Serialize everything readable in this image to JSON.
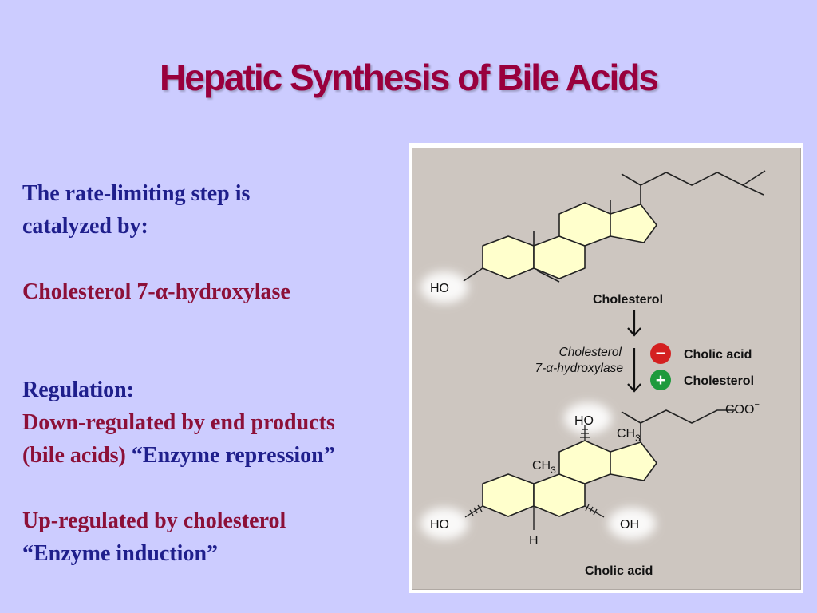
{
  "slide": {
    "title": "Hepatic Synthesis of Bile Acids",
    "rate_limiting_line1": "The rate-limiting step is",
    "rate_limiting_line2": "catalyzed by:",
    "enzyme": "Cholesterol 7-α-hydroxylase",
    "regulation_heading": "Regulation:",
    "down_regulated_line1": "Down-regulated by end products",
    "down_regulated_line2_red": "(bile acids) ",
    "down_regulated_line2_blue": "“Enzyme repression”",
    "up_regulated_line1": "Up-regulated by cholesterol",
    "up_regulated_line2": "“Enzyme induction”"
  },
  "figure": {
    "cholesterol": {
      "ho_label": "HO",
      "name": "Cholesterol"
    },
    "enzyme_line1": "Cholesterol",
    "enzyme_line2": "7-α-hydroxylase",
    "inhibitor_symbol": "−",
    "inhibitor": "Cholic acid",
    "activator_symbol": "+",
    "activator": "Cholesterol",
    "cholic_acid": {
      "coo_label": "COO",
      "coo_charge": "−",
      "ho_top_label": "HO",
      "ch3_upper": "CH",
      "ch3_upper_sub": "3",
      "ch3_lower": "CH",
      "ch3_lower_sub": "3",
      "ho_left_label": "HO",
      "oh_right_label": "OH",
      "h_label": "H",
      "name": "Cholic acid"
    },
    "colors": {
      "ring_fill": "#ffffcc",
      "panel_bg": "#cdc6c0",
      "inhibitor_red": "#d42020",
      "activator_green": "#1e9a3c"
    }
  }
}
